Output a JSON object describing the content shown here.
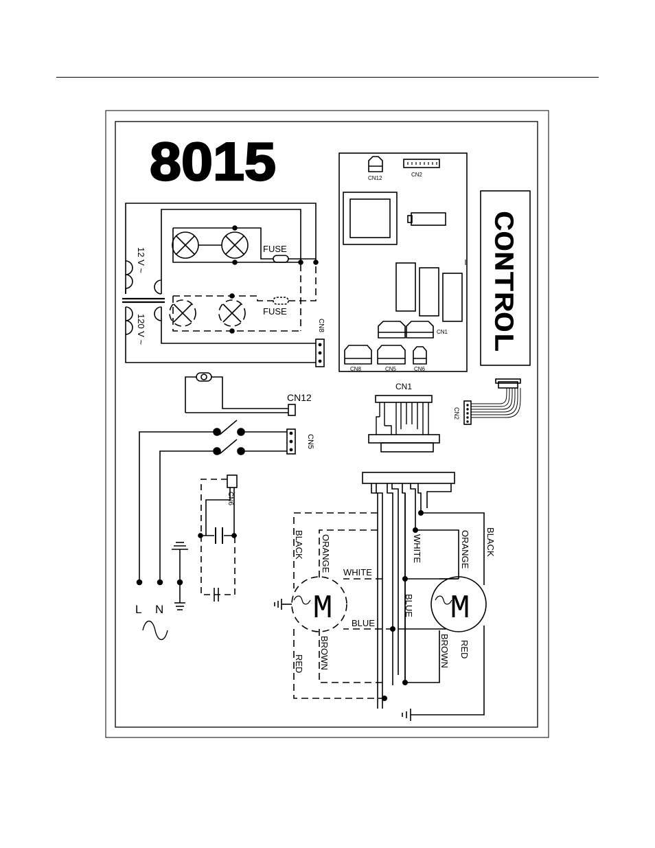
{
  "model_number": "8015",
  "control_label": "CONTROL",
  "labels": {
    "fuse_top": "FUSE",
    "fuse_bottom": "FUSE",
    "volt_12": "12 V ~",
    "volt_120": "120 V ~",
    "cn8": "CN8",
    "cn12_wire": "CN12",
    "cn5": "CN5",
    "cn6": "CN6",
    "cn1_top": "CN1",
    "cn2_side": "CN2",
    "mains_l": "L",
    "mains_n": "N"
  },
  "board_labels": {
    "cn12": "CN12",
    "cn2": "CN2",
    "cn1": "CN1",
    "cn8": "CN8",
    "cn5": "CN5",
    "cn6": "CN6"
  },
  "motor_wires": {
    "left_black": "BLACK",
    "left_orange": "ORANGE",
    "left_white": "WHITE",
    "left_blue": "BLUE",
    "left_brown": "BROWN",
    "left_red": "RED",
    "right_white": "WHITE",
    "right_blue": "BLUE",
    "right_orange": "ORANGE",
    "right_black": "BLACK",
    "right_brown": "BROWN",
    "right_red": "RED"
  },
  "motor_symbol": "M"
}
